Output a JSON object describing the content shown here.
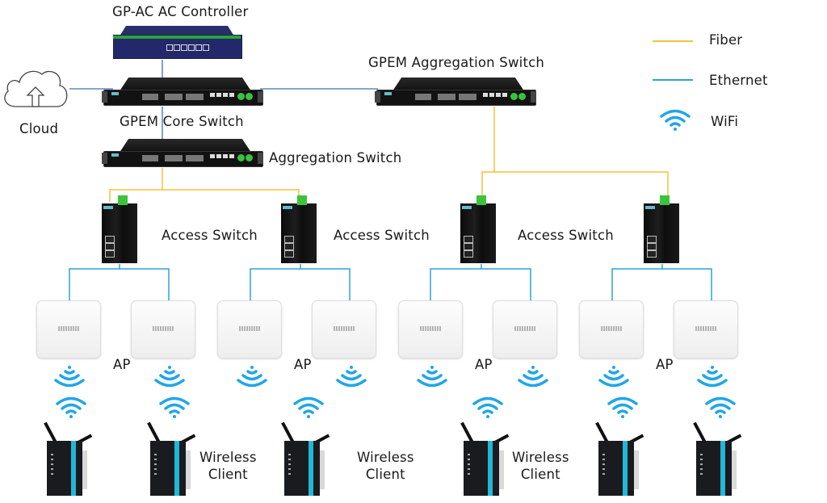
{
  "diagram": {
    "controller": {
      "label": "GP-AC  AC Controller"
    },
    "cloud": {
      "label": "Cloud"
    },
    "core_switch": {
      "label": "GPEM Core Switch"
    },
    "aggregation_switch_left": {
      "label": "Aggregation Switch"
    },
    "aggregation_switch_right": {
      "label": "GPEM Aggregation Switch"
    },
    "access_switch_labels": [
      "Access Switch",
      "Access Switch",
      "Access Switch"
    ],
    "ap_labels": [
      "AP",
      "AP",
      "AP",
      "AP"
    ],
    "wireless_client_labels": [
      {
        "line1": "Wireless",
        "line2": "Client"
      },
      {
        "line1": "Wireless",
        "line2": "Client"
      },
      {
        "line1": "Wireless",
        "line2": "Client"
      }
    ],
    "access_switch_count": 4,
    "ap_count": 8,
    "wireless_client_count": 6
  },
  "legend": {
    "items": [
      {
        "label": "Fiber",
        "type": "line",
        "color": "#f2c23e"
      },
      {
        "label": "Ethernet",
        "type": "line",
        "color": "#2ea3d6"
      },
      {
        "label": "WiFi",
        "type": "wifi-icon",
        "color": "#1fa6e8"
      }
    ]
  },
  "colors": {
    "fiber": "#f2c23e",
    "ethernet": "#2ea3d6",
    "core_link": "#3a6fb5",
    "wifi": "#1fa6e8"
  }
}
